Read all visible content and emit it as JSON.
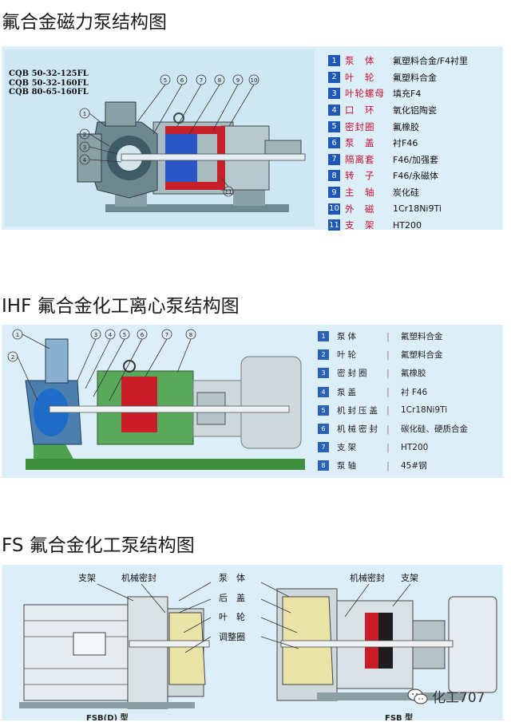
{
  "sections": {
    "cqb": {
      "title": "氟合金磁力泵结构图",
      "models": [
        "CQB 50-32-125FL",
        "CQB 50-32-160FL",
        "CQB 80-65-160FL"
      ],
      "callouts_top": [
        "5",
        "6",
        "7",
        "8",
        "9",
        "10"
      ],
      "callouts_left": [
        "1",
        "2",
        "3",
        "4"
      ],
      "callout_bottom": "11",
      "legend": [
        {
          "num": "1",
          "name": "泵　体",
          "material": "氟塑料合金/F4衬里"
        },
        {
          "num": "2",
          "name": "叶　轮",
          "material": "氟塑料合金"
        },
        {
          "num": "3",
          "name": "叶轮螺母",
          "material": "填充F4"
        },
        {
          "num": "4",
          "name": "口　环",
          "material": "氧化铝陶瓷"
        },
        {
          "num": "5",
          "name": "密封圈",
          "material": "氟橡胶"
        },
        {
          "num": "6",
          "name": "泵　盖",
          "material": "衬F46"
        },
        {
          "num": "7",
          "name": "隔离套",
          "material": "F46/加强套"
        },
        {
          "num": "8",
          "name": "转　子",
          "material": "F46/永磁体"
        },
        {
          "num": "9",
          "name": "主　轴",
          "material": "炭化硅"
        },
        {
          "num": "10",
          "name": "外　磁",
          "material": "1Cr18Ni9Ti"
        },
        {
          "num": "11",
          "name": "支　架",
          "material": "HT200"
        }
      ]
    },
    "ihf": {
      "title": "IHF 氟合金化工离心泵结构图",
      "callouts_top": [
        "1",
        "3",
        "4",
        "5",
        "6",
        "7",
        "8"
      ],
      "callout_left": "2",
      "legend": [
        {
          "num": "1",
          "name": "泵体",
          "material": "氟塑料合金"
        },
        {
          "num": "2",
          "name": "叶轮",
          "material": "氟塑料合金"
        },
        {
          "num": "3",
          "name": "密封圈",
          "material": "氟橡胶"
        },
        {
          "num": "4",
          "name": "泵盖",
          "material": "衬 F46"
        },
        {
          "num": "5",
          "name": "机封压盖",
          "material": "1Cr18Ni9Ti"
        },
        {
          "num": "6",
          "name": "机械密封",
          "material": "碳化硅、硬质合金"
        },
        {
          "num": "7",
          "name": "支架",
          "material": "HT200"
        },
        {
          "num": "8",
          "name": "泵轴",
          "material": "45#钢"
        }
      ]
    },
    "fs": {
      "title": "FS 氟合金化工泵结构图",
      "labels": {
        "support_left": "支架",
        "seal_left": "机械密封",
        "pump_body": "泵　体",
        "back_cover": "后　盖",
        "impeller": "叶　轮",
        "adjust_ring": "调整圈",
        "seal_right": "机械密封",
        "support_right": "支架"
      },
      "caption_left": "FSB(D) 型",
      "caption_right": "FSB 型"
    }
  },
  "watermark": {
    "text": "化工707",
    "icon": "wechat-icon"
  }
}
